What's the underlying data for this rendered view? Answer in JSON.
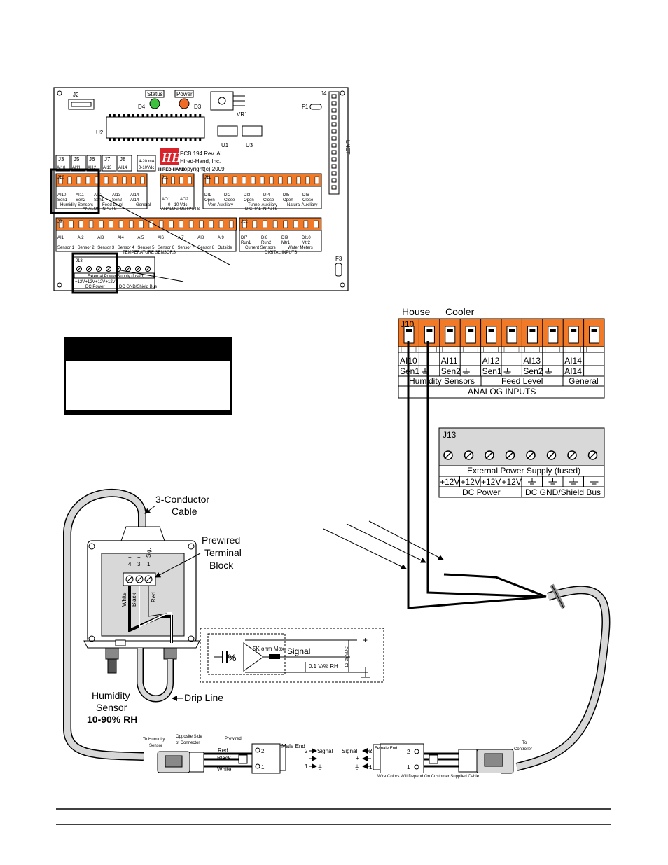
{
  "colors": {
    "terminal_orange": "#f07a28",
    "status_led": "#3cc23c",
    "power_led": "#f06a28",
    "gray_box": "#d8d8d8"
  },
  "pcb": {
    "rev": "PCB 194 Rev 'A'",
    "company": "Hired-Hand, Inc.",
    "copyright": "Copyright(c) 2009",
    "logo_text": "HIRED-HAND",
    "status_label": "Status",
    "power_label": "Power",
    "d4": "D4",
    "d3": "D3",
    "vr1": "VR1",
    "u1": "U1",
    "u2": "U2",
    "u3": "U3",
    "j2": "J2",
    "j4": "J4",
    "f1": "F1",
    "f3": "F3",
    "lnet": "LNET",
    "jumper_labels": [
      "J3",
      "J5",
      "J6",
      "J7",
      "J8"
    ],
    "jumper_sub": [
      "AI10",
      "AI11",
      "AI12",
      "AI13",
      "AI14"
    ],
    "signal_opts": [
      "4-20 mA",
      "0-10Vdc"
    ],
    "j10_cols": [
      "AI10",
      "AI11",
      "AI12",
      "AI13",
      "AI14"
    ],
    "j10_sens": [
      "Sen1",
      "Sen2",
      "Sen1",
      "Sen2",
      "AI14"
    ],
    "j10_groups": [
      "Humidity Sensors",
      "Feed Level",
      "General"
    ],
    "j10_footer": "ANALOG INPUTS",
    "j10_id": "J10",
    "j11_id": "J11",
    "j11_cols": [
      "AO1",
      "AO2"
    ],
    "j11_group": "0 - 10 Vdc",
    "j11_footer": "ANALOG OUTPUTS",
    "j_di_id": "J11",
    "di_cols": [
      "DI1",
      "DI2",
      "DI3",
      "DI4",
      "DI5",
      "DI6"
    ],
    "di_sub": [
      "Open",
      "Close",
      "Open",
      "Close",
      "Open",
      "Close"
    ],
    "di_groups": [
      "Vent Auxiliary",
      "Tunnel Auxiliary",
      "Natural Auxiliary"
    ],
    "di_footer": "DIGITAL INPUTS",
    "temp_id": "J9",
    "temp_cols": [
      "AI1",
      "AI2",
      "AI3",
      "AI4",
      "AI5",
      "AI6",
      "AI7",
      "AI8",
      "AI9"
    ],
    "temp_sensors": [
      "Sensor 1",
      "Sensor 2",
      "Sensor 3",
      "Sensor 4",
      "Sensor 5",
      "Sensor 6",
      "Sensor 7",
      "Sensor 8",
      "Outside"
    ],
    "temp_footer": "TEMPERATURE SENSORS",
    "j12_id": "J12",
    "j12_cols": [
      "DI7",
      "DI8",
      "DI9",
      "DI10"
    ],
    "j12_sub": [
      "Run1",
      "Run2",
      "Mtr1",
      "Mtr2"
    ],
    "j12_groups": [
      "Current Sensors",
      "Water Meters"
    ],
    "j12_footer": "DIGITAL INPUTS",
    "j13_id": "J13",
    "j13_supply": "External Power Supply (fused)",
    "j13_v": [
      "+12V",
      "+12V",
      "+12V",
      "+12V"
    ],
    "j13_groups": [
      "DC Power",
      "DC GND/Shield Bus"
    ]
  },
  "big_j10": {
    "house": "House",
    "cooler": "Cooler",
    "id": "J10",
    "cols": [
      "AI10",
      "AI11",
      "AI12",
      "AI13",
      "AI14"
    ],
    "sens": [
      "Sen1",
      "Sen2",
      "Sen1",
      "Sen2",
      "AI14"
    ],
    "groups": [
      "Humidity Sensors",
      "Feed Level",
      "General"
    ],
    "footer": "ANALOG INPUTS"
  },
  "big_j13": {
    "id": "J13",
    "supply": "External Power Supply (fused)",
    "volts": [
      "+12V",
      "+12V",
      "+12V",
      "+12V"
    ],
    "groups": [
      "DC Power",
      "DC GND/Shield Bus"
    ]
  },
  "sensor": {
    "cable_label": "3-Conductor\nCable",
    "cable_l1": "3-Conductor",
    "cable_l2": "Cable",
    "tb_l1": "Prewired",
    "tb_l2": "Terminal",
    "tb_l3": "Block",
    "term_nums": [
      "4",
      "3",
      "1"
    ],
    "term_signs": [
      "+",
      "+",
      "Sig."
    ],
    "wire_white": "White",
    "wire_black": "Black",
    "wire_red": "Red",
    "hs_l1": "Humidity",
    "hs_l2": "Sensor",
    "hs_range": "10-90% RH",
    "drip": "Drip Line"
  },
  "schematic": {
    "ohm": "5K ohm Max.",
    "signal": "Signal",
    "plus": "+",
    "vdc": "12-35 VDC",
    "rate": "0.1 V/% RH",
    "pct": "%"
  },
  "connectors": {
    "to_sensor_l1": "To Humidity",
    "to_sensor_l2": "Sensor",
    "opp_l1": "Opposite Side",
    "opp_l2": "of Connector",
    "prewired": "Prewired",
    "red": "Red",
    "black": "Black",
    "white": "White",
    "male": "Male End",
    "pin2": "2",
    "pin1": "1",
    "sig_out": "Signal",
    "plus": "+",
    "female": "Female End",
    "sig_in": "Signal",
    "to_ctrl_l1": "To",
    "to_ctrl_l2": "Controller",
    "note": "Wire Colors Will Depend On Customer Supplied Cable"
  }
}
